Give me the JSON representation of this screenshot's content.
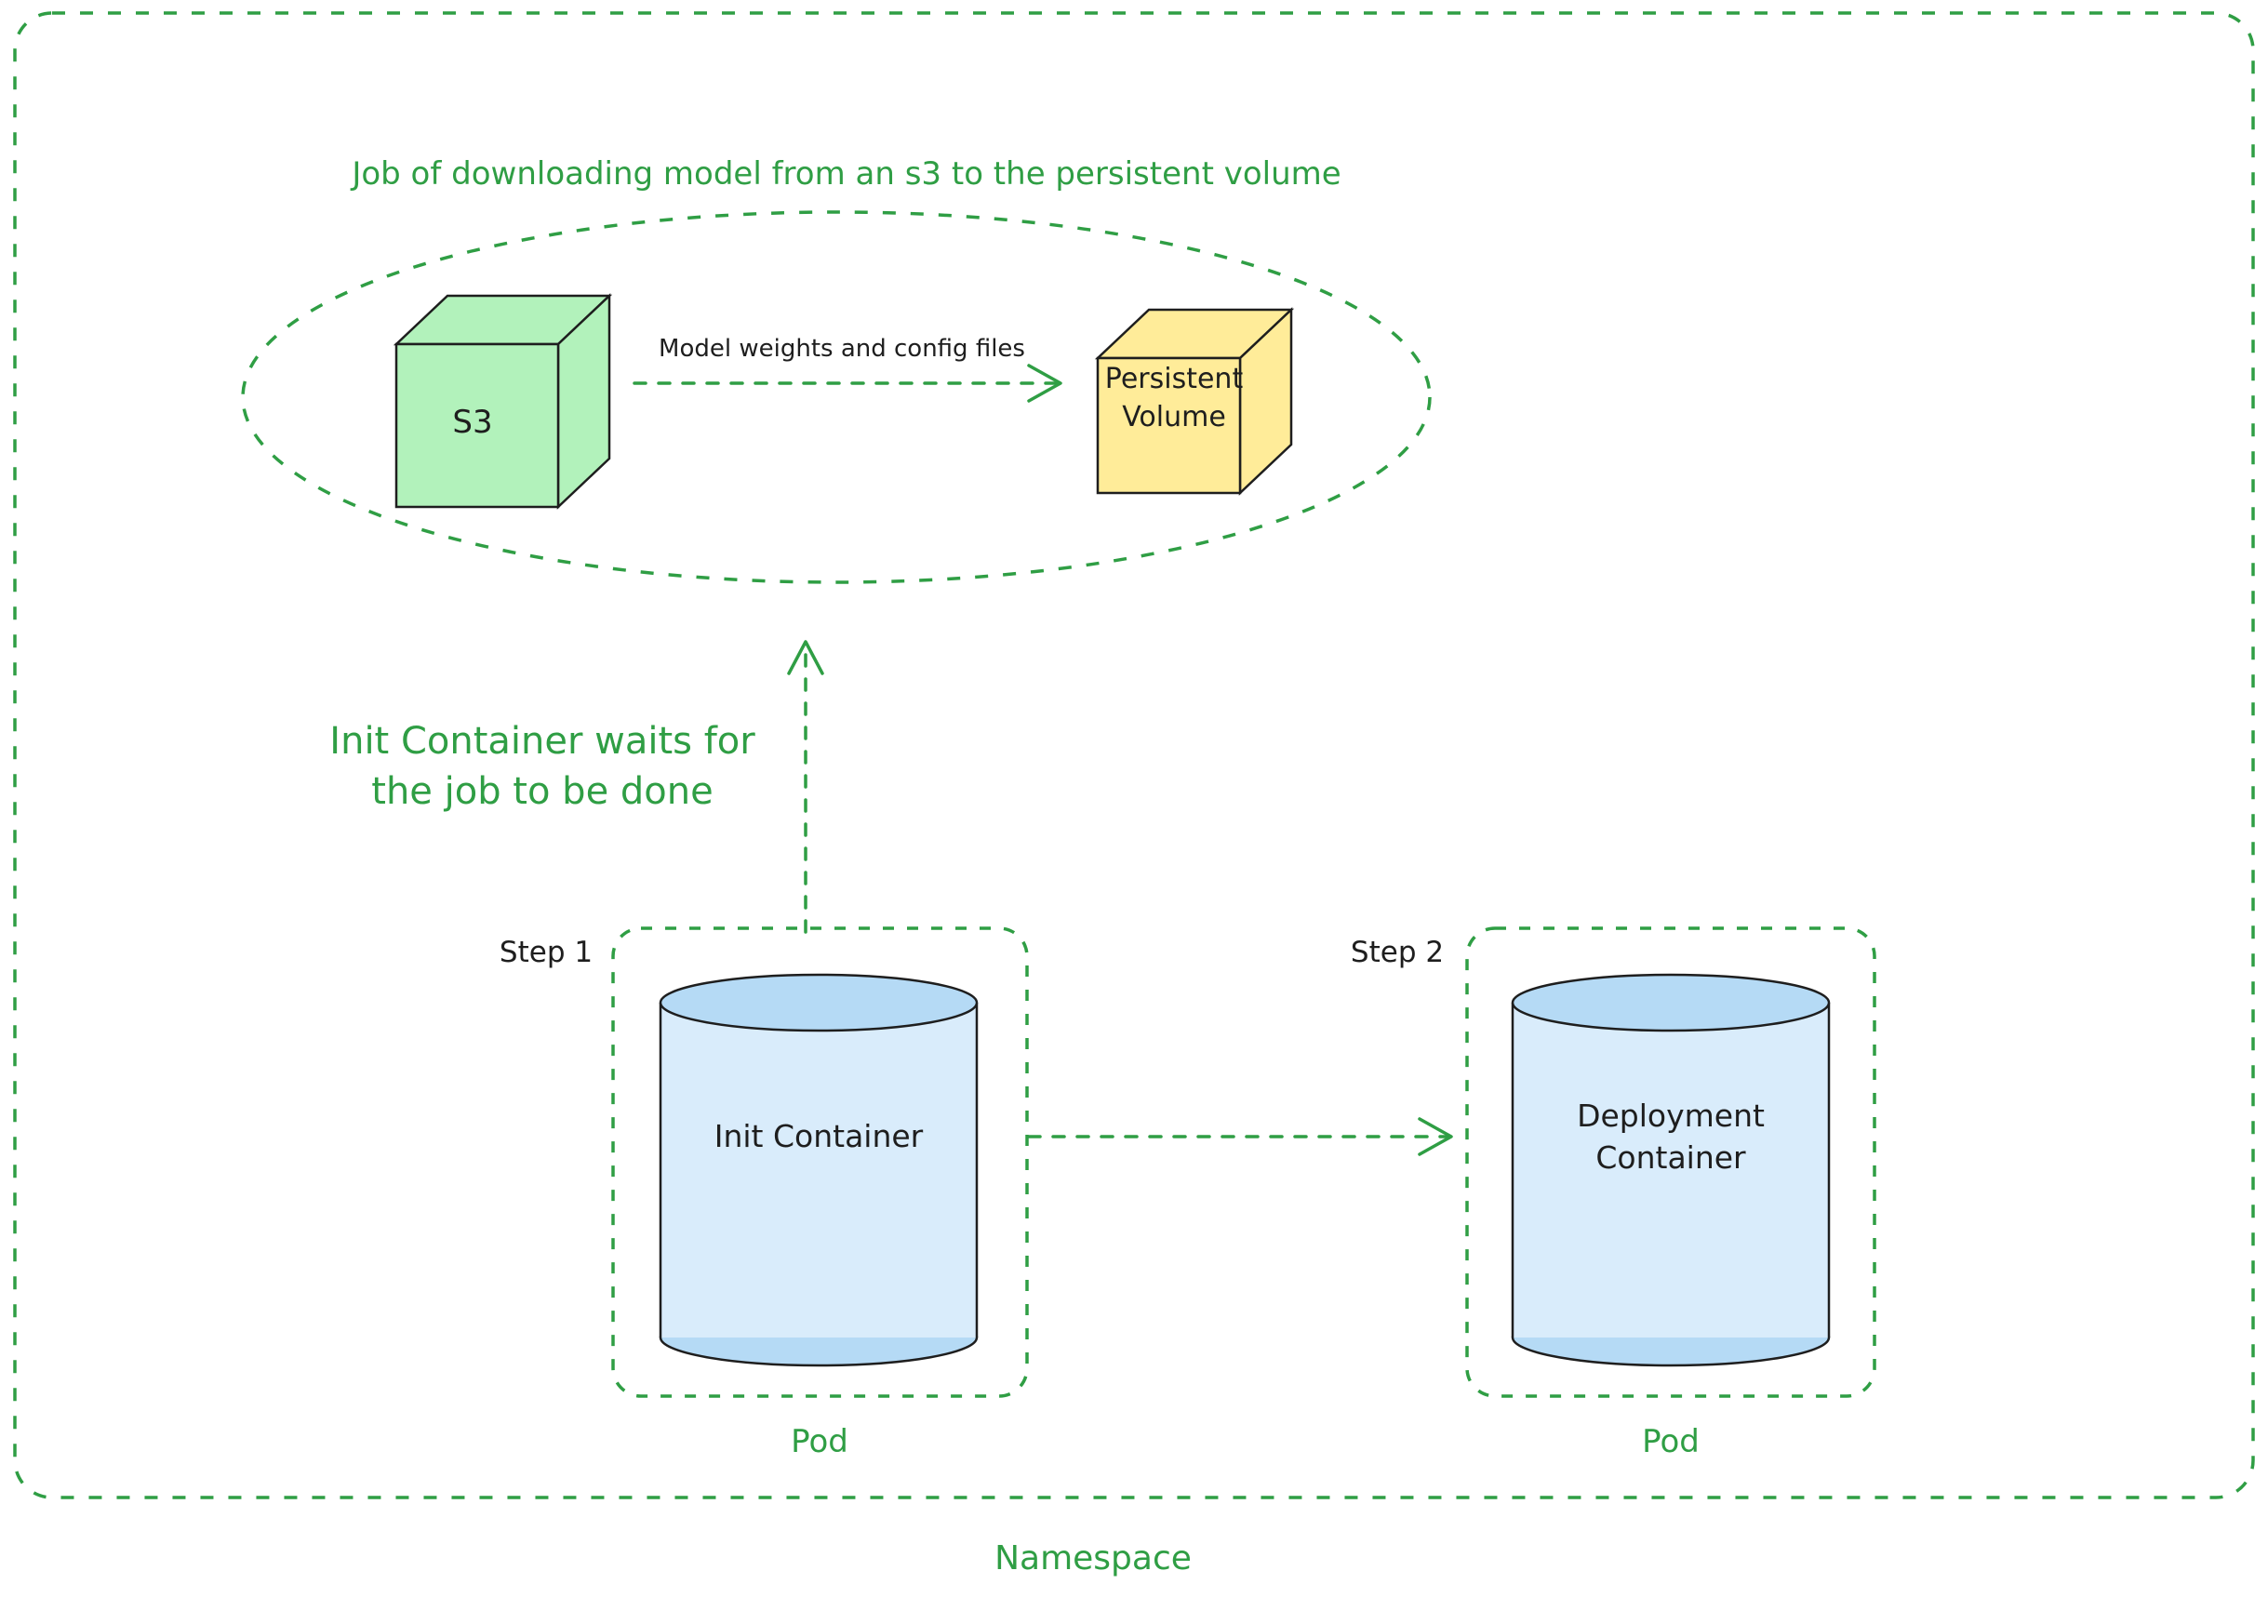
{
  "colors": {
    "green": "#2f9e44",
    "ink": "#1e1e1e",
    "s3_fill": "#b2f2bb",
    "pv_fill": "#ffec99",
    "cyl_body": "#d9ecfb",
    "cyl_rim": "#b5daf5"
  },
  "namespace": {
    "label": "Namespace"
  },
  "job": {
    "title": "Job of downloading model from an s3 to the persistent volume",
    "s3_label": "S3",
    "pv_label": "Persistent\nVolume",
    "transfer_label": "Model weights and config files"
  },
  "wait_note": "Init Container waits for\nthe job to be done",
  "step1": {
    "label": "Step 1",
    "container": "Init Container",
    "pod": "Pod"
  },
  "step2": {
    "label": "Step 2",
    "container": "Deployment\nContainer",
    "pod": "Pod"
  }
}
